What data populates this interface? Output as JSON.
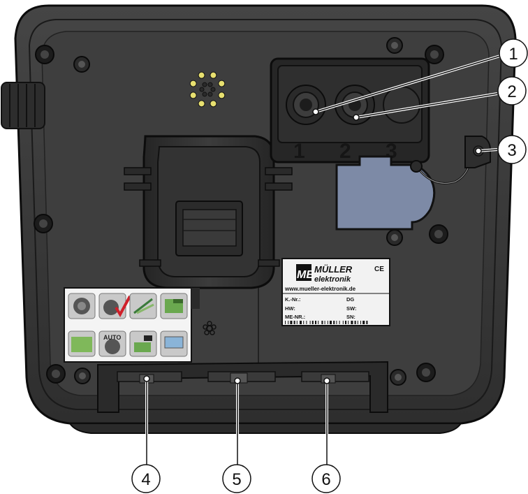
{
  "callouts": [
    {
      "id": "1",
      "label": "1"
    },
    {
      "id": "2",
      "label": "2"
    },
    {
      "id": "3",
      "label": "3"
    },
    {
      "id": "4",
      "label": "4"
    },
    {
      "id": "5",
      "label": "5"
    },
    {
      "id": "6",
      "label": "6"
    }
  ],
  "port_numbers": [
    "1",
    "2",
    "3"
  ],
  "type_label": {
    "logo_me": "ME",
    "logo_line1": "MÜLLER",
    "logo_line2": "elektronik",
    "ce_mark": "CE",
    "url": "www.mueller-elektronik.de",
    "rows": [
      {
        "left": "K.-Nr.:",
        "right": "DG"
      },
      {
        "left": "HW:",
        "right": "SW:"
      },
      {
        "left": "ME-NR.:",
        "right": "SN:"
      }
    ]
  },
  "app_sticker": {
    "auto_label": "AUTO"
  },
  "colors": {
    "housing": "#3a3a3a",
    "housing_outline": "#111111",
    "blue_cap": "#7d8aa6",
    "speaker_dots": "#e8e070"
  }
}
